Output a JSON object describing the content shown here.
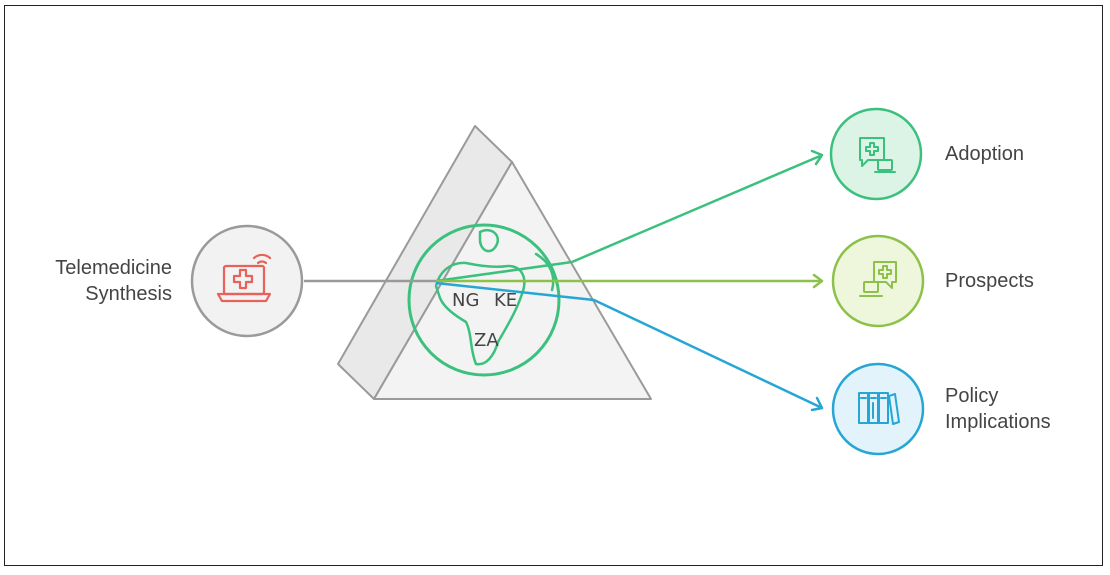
{
  "source": {
    "label_line1": "Telemedicine",
    "label_line2": "Synthesis",
    "icon": "laptop-medical-wifi-icon",
    "color": "#e8615a"
  },
  "countries": [
    "NG",
    "KE",
    "ZA"
  ],
  "center_icon": "africa-globe-icon",
  "outputs": [
    {
      "label_lines": [
        "Adoption"
      ],
      "icon": "chat-medical-icon",
      "color": "#3cc07e"
    },
    {
      "label_lines": [
        "Prospects"
      ],
      "icon": "chat-medical-plus-icon",
      "color": "#8dc14a"
    },
    {
      "label_lines": [
        "Policy",
        "Implications"
      ],
      "icon": "policy-books-icon",
      "color": "#26a6d4"
    }
  ]
}
